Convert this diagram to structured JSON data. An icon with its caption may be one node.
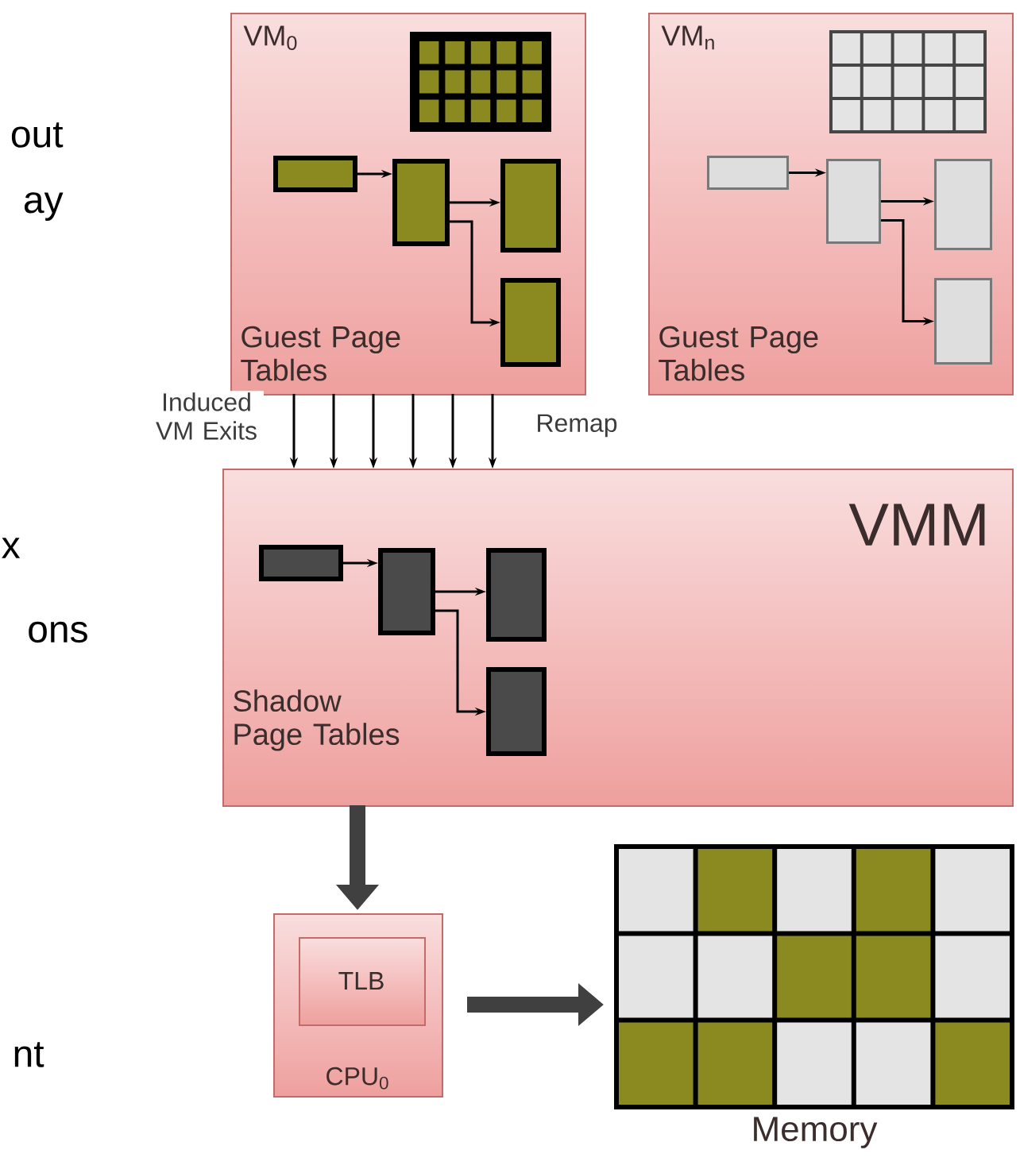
{
  "diagram": {
    "nodes": [
      {
        "text": [
          "VM$_{0}$",
          "Guest Page Tables"
        ]
      },
      {
        "text": [],
        "shape": "box",
        "in": 0
      },
      {
        "text": [],
        "shape": "box",
        "in": 0
      },
      {
        "text": [],
        "shape": "box",
        "in": 0
      },
      {
        "text": [],
        "shape": "box",
        "in": 0
      },
      {
        "text": [
          "VM$_{n}$",
          "Guest Page Tables"
        ]
      },
      {
        "text": [],
        "shape": "box",
        "in": 5
      },
      {
        "text": [],
        "shape": "box",
        "in": 5
      },
      {
        "text": [],
        "shape": "box",
        "in": 5
      },
      {
        "text": [],
        "shape": "box",
        "in": 5
      },
      {
        "text": [
          "VMM",
          "Shadow Page Tables"
        ]
      },
      {
        "text": [],
        "shape": "box",
        "in": 10
      },
      {
        "text": [],
        "shape": "box",
        "in": 10
      },
      {
        "text": [],
        "shape": "box",
        "in": 10
      },
      {
        "text": [],
        "shape": "box",
        "in": 10
      },
      {
        "text": [
          "CPU$_{0}$"
        ]
      },
      {
        "text": [
          "TLB"
        ],
        "in": 15
      },
      {
        "text": [
          "Memory"
        ]
      }
    ],
    "edges": [
      {
        "from": 1,
        "to": 2,
        "arrow": "to"
      },
      {
        "from": 2,
        "to": 3,
        "arrow": "to"
      },
      {
        "from": 2,
        "to": 4,
        "arrow": "to"
      },
      {
        "from": 6,
        "to": 7,
        "arrow": "to"
      },
      {
        "from": 7,
        "to": 8,
        "arrow": "to"
      },
      {
        "from": 7,
        "to": 9,
        "arrow": "to"
      },
      {
        "from": 11,
        "to": 12,
        "arrow": "to"
      },
      {
        "from": 12,
        "to": 13,
        "arrow": "to"
      },
      {
        "from": 12,
        "to": 14,
        "arrow": "to"
      },
      {
        "from": 0,
        "to": 10,
        "arrow": "to",
        "label": "Induced VM Exits"
      },
      {
        "from": 0,
        "to": 10,
        "arrow": "to"
      },
      {
        "from": 0,
        "to": 10,
        "arrow": "to"
      },
      {
        "from": 0,
        "to": 10,
        "arrow": "to"
      },
      {
        "from": 0,
        "to": 10,
        "arrow": "to"
      },
      {
        "from": 0,
        "to": 10,
        "arrow": "to",
        "label": "Remap"
      },
      {
        "from": 10,
        "to": 15,
        "arrow": "to",
        "style": "thick",
        "color": "#404040"
      },
      {
        "from": 15,
        "to": 17,
        "arrow": "to",
        "style": "thick",
        "color": "#404040"
      }
    ],
    "labels": [
      "out",
      "ay",
      "x",
      "ons",
      "nt"
    ]
  }
}
